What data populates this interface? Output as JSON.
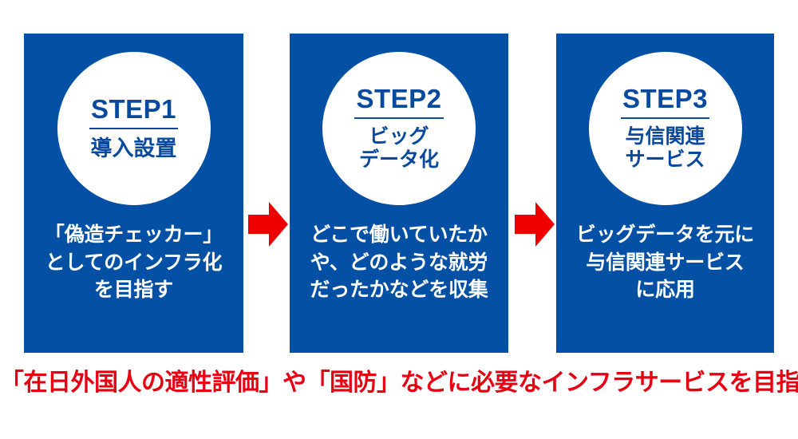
{
  "colors": {
    "panel_blue": "#0450a5",
    "circle_text_blue": "#0a4a9e",
    "arrow_red": "#ee0000",
    "caption_red": "#e60012",
    "background": "#ffffff",
    "panel_text": "#ffffff"
  },
  "steps": [
    {
      "label": "STEP1",
      "sub": "導入設置",
      "desc": "「偽造チェッカー」\nとしてのインフラ化\nを目指す"
    },
    {
      "label": "STEP2",
      "sub": "ビッグ\nデータ化",
      "desc": "どこで働いていたか\nや、どのような就労\nだったかなどを収集"
    },
    {
      "label": "STEP3",
      "sub": "与信関連\nサービス",
      "desc": "ビッグデータを元に\n与信関連サービス\nに応用"
    }
  ],
  "arrows": [
    {
      "icon": "right-arrow-icon"
    },
    {
      "icon": "right-arrow-icon"
    }
  ],
  "caption": "「在日外国人の適性評価」や「国防」などに必要なインフラサービスを目指す"
}
